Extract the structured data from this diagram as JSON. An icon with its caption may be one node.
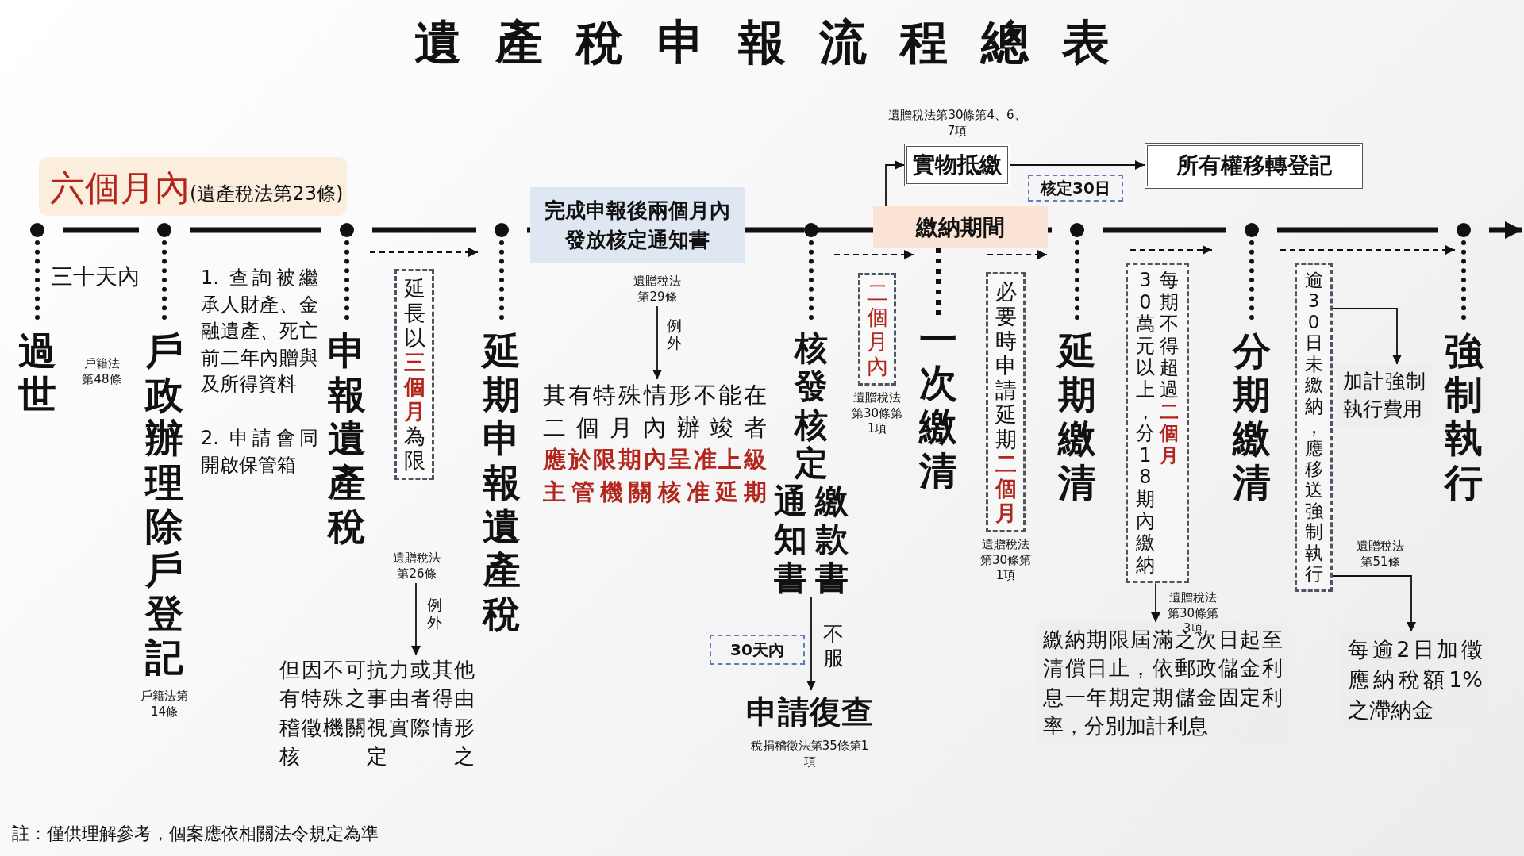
{
  "diagram": {
    "title": "遺產稅申報流程總表",
    "caption": "註：僅供理解參考，個案應依相關法令規定為準",
    "nodes": [
      {
        "text": [
          "六個月內",
          "(遺產稅法第23條)"
        ]
      },
      {
        "text": [
          "過世"
        ]
      },
      {
        "text": [
          "戶政辦理除戶登記"
        ]
      },
      {
        "text": [
          "申報遺產稅"
        ]
      },
      {
        "text": [
          "延長以**三個月**為限"
        ]
      },
      {
        "text": [
          "遺贈稅法第26條"
        ]
      },
      {
        "text": [
          "但因不可抗力或其他有特殊之事由者得由稽徵機關視實際情形核定之"
        ]
      },
      {
        "text": [
          "延期申報遺產稅"
        ]
      },
      {
        "text": [
          "完成申報後兩個月內發放核定通知書"
        ]
      },
      {
        "text": [
          "遺贈稅法第29條"
        ]
      },
      {
        "text": [
          "其有特殊情形不能在二個月內辦竣者**應於限期內呈准上級主管機關核准延期**"
        ]
      },
      {
        "text": [
          "核發核定",
          "通知書",
          "繳款書"
        ]
      },
      {
        "text": [
          "30天內"
        ]
      },
      {
        "text": [
          "申請復查"
        ],
        "beside": [
          "稅捐稽徵法第35條第1項"
        ]
      },
      {
        "text": [
          "實物抵繳"
        ],
        "beside": [
          "遺贈稅法第30條第4、6、7項"
        ]
      },
      {
        "text": [
          "繳納期間"
        ]
      },
      {
        "text": [
          "二個月內"
        ],
        "beside": [
          "遺贈稅法第30條第1項"
        ]
      },
      {
        "text": [
          "一次繳清"
        ]
      },
      {
        "text": [
          "必要時申請延期**二個月**"
        ],
        "beside": [
          "遺贈稅法第30條第1項"
        ]
      },
      {
        "text": [
          "所有權移轉登記"
        ]
      },
      {
        "text": [
          "延期繳清"
        ]
      },
      {
        "text": [
          "30萬元以上，分18期內繳納",
          "每期不得超過**二個月**"
        ]
      },
      {
        "text": [
          "繳納期限屆滿之次日起至清償日止，依郵政儲金利息一年期定期儲金固定利率，分別加計利息"
        ]
      },
      {
        "text": [
          "分期繳清"
        ]
      },
      {
        "text": [
          "逾30日未繳納，應移送強制執行"
        ]
      },
      {
        "text": [
          "加計強制執行費用"
        ]
      },
      {
        "text": [
          "每逾2日加徵應納稅額1%之滯納金"
        ]
      },
      {
        "text": [
          "強制執行"
        ]
      },
      {
        "text": [
          "核定30日"
        ]
      }
    ],
    "edges": [
      {
        "from": 1,
        "to": 2,
        "arrow": "none"
      },
      {
        "from": 2,
        "to": 3,
        "arrow": "none"
      },
      {
        "from": 3,
        "to": 7,
        "arrow": "none"
      },
      {
        "from": 7,
        "to": 8,
        "arrow": "none"
      },
      {
        "from": 8,
        "to": 11,
        "arrow": "none"
      },
      {
        "from": 11,
        "to": 15,
        "arrow": "none"
      },
      {
        "from": 15,
        "to": 20,
        "arrow": "none"
      },
      {
        "from": 20,
        "to": 23,
        "arrow": "none"
      },
      {
        "from": 23,
        "to": 27,
        "arrow": "none"
      },
      {
        "from": 27,
        "to": null,
        "arrow": "to"
      },
      {
        "from": 5,
        "to": 6,
        "arrow": "to",
        "label": "例外"
      },
      {
        "from": 9,
        "to": 10,
        "arrow": "to",
        "label": "例外"
      },
      {
        "from": 11,
        "to": 13,
        "arrow": "to",
        "label": "不服"
      },
      {
        "from": 15,
        "to": 14,
        "arrow": "to"
      },
      {
        "from": 14,
        "to": 19,
        "arrow": "to"
      },
      {
        "from": 15,
        "to": 17,
        "arrow": "none",
        "style": "dashed"
      },
      {
        "from": 21,
        "to": 22,
        "arrow": "to",
        "label": "遺贈稅法第30條第3項"
      },
      {
        "from": 24,
        "to": 25,
        "arrow": "to"
      },
      {
        "from": 24,
        "to": 26,
        "arrow": "to",
        "label": "遺贈稅法第51條"
      }
    ],
    "labels": [
      "三十天內",
      "戶籍法第48條",
      "1. 查詢被繼承人財產、金融遺產、死亡前二年內贈與及所得資料",
      "2. 申請會同開啟保管箱",
      "戶籍法第14條"
    ]
  }
}
